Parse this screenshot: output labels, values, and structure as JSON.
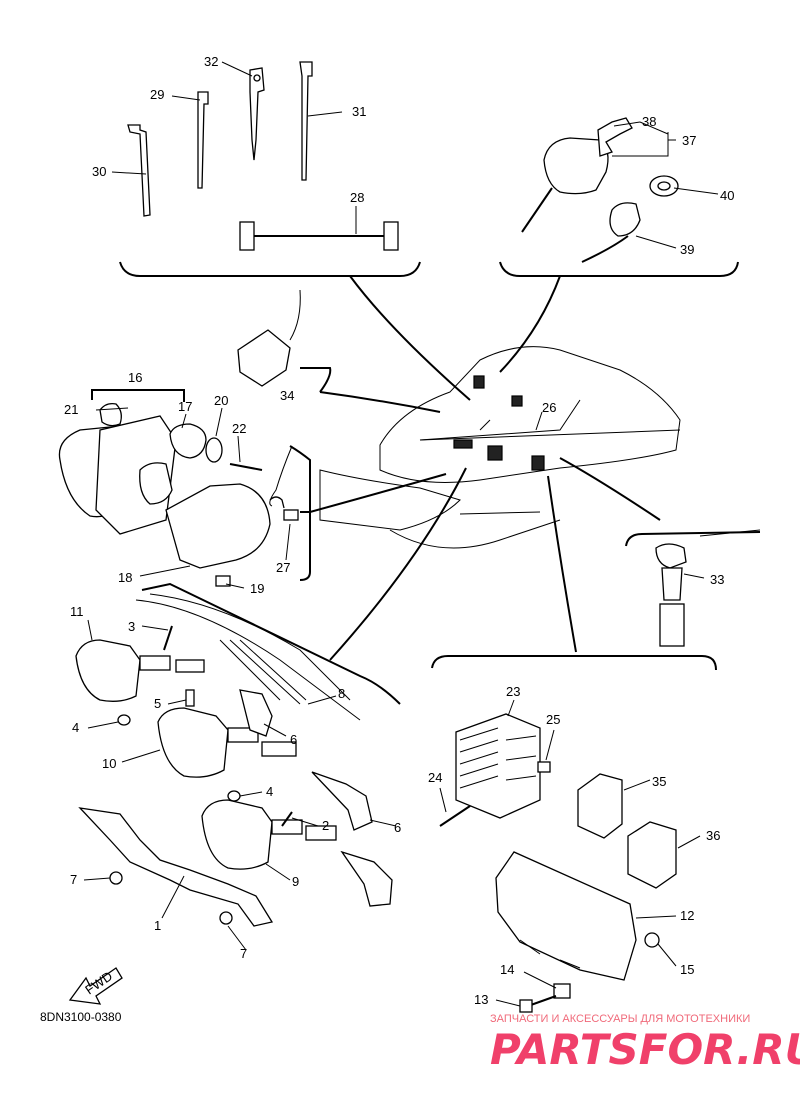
{
  "diagram_code": "8DN3100-0380",
  "fwd_label": "FWD",
  "watermark": {
    "subtitle": "ЗАПЧАСТИ И АКСЕССУАРЫ ДЛЯ МОТОТЕХНИКИ",
    "brand": "PARTSFOR.RU"
  },
  "callouts": [
    "1",
    "2",
    "3",
    "4",
    "4",
    "5",
    "6",
    "6",
    "7",
    "7",
    "8",
    "9",
    "10",
    "11",
    "12",
    "13",
    "14",
    "15",
    "16",
    "17",
    "18",
    "19",
    "20",
    "21",
    "22",
    "23",
    "24",
    "25",
    "26",
    "27",
    "28",
    "29",
    "30",
    "31",
    "32",
    "33",
    "34",
    "35",
    "36",
    "37",
    "38",
    "39",
    "40"
  ]
}
